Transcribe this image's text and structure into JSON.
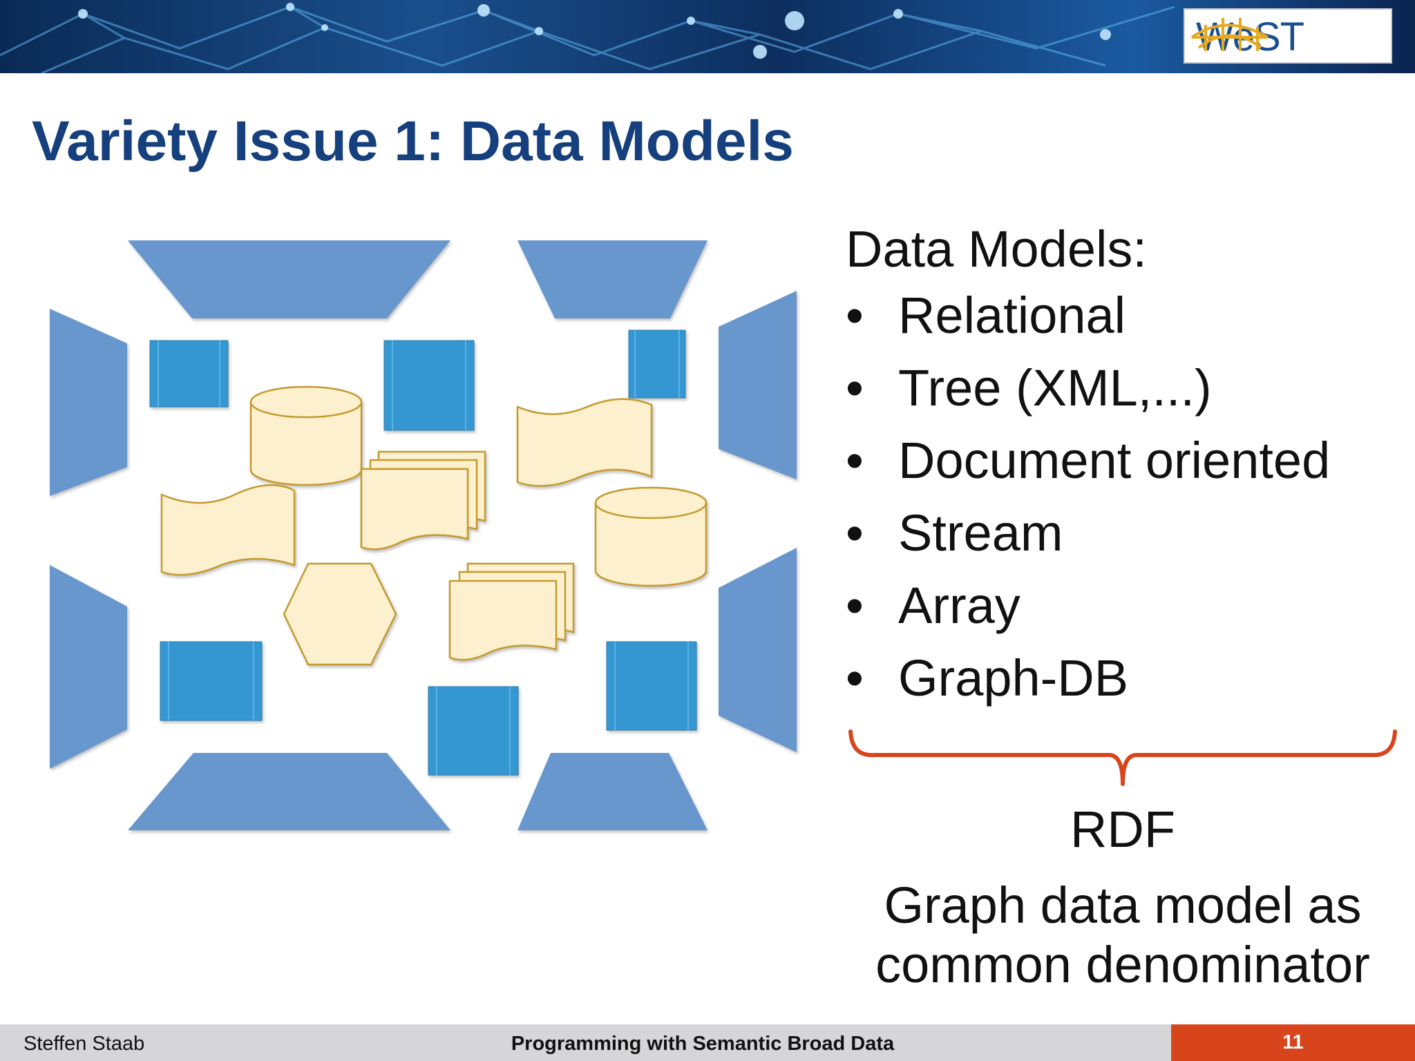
{
  "header": {
    "logo_text": "WeST",
    "title": "Variety Issue 1: Data Models"
  },
  "content": {
    "heading": "Data Models:",
    "bullet_symbol": "•",
    "items": [
      {
        "label": "Relational"
      },
      {
        "label": "Tree (XML,...)"
      },
      {
        "label": "Document oriented"
      },
      {
        "label": "Stream"
      },
      {
        "label": "Array"
      },
      {
        "label": "Graph-DB"
      }
    ],
    "brace_label": "RDF",
    "conclusion_line1": "Graph data model as",
    "conclusion_line2": "common denominator"
  },
  "footer": {
    "author": "Steffen Staab",
    "course": "Programming with Semantic Broad Data",
    "page": "11"
  },
  "colors": {
    "title": "#163f7d",
    "trapezoid": "#6897cd",
    "square": "#3597d2",
    "storage": "#fdf0cf",
    "storage_stroke": "#c49a2c",
    "brace": "#d8451d",
    "footer_bg": "#d6d6d8",
    "page_bg": "#d8451d"
  }
}
